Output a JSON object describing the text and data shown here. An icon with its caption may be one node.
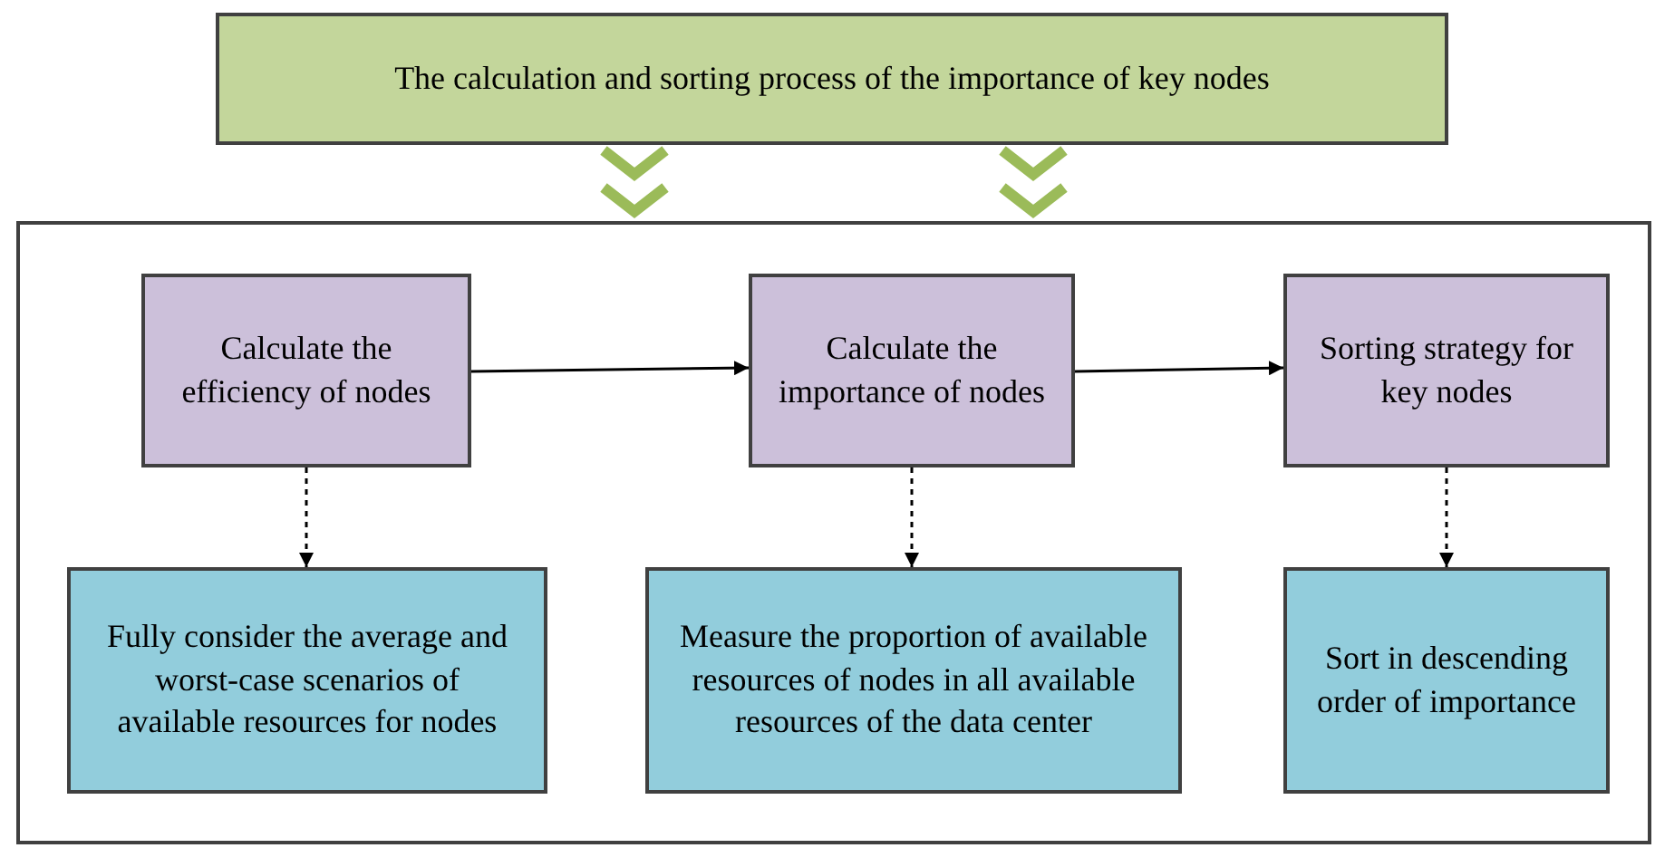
{
  "diagram": {
    "nodes": [
      {
        "text": [
          "The calculation and sorting process of the importance of key nodes"
        ]
      },
      {
        "text": [],
        "shape": "box"
      },
      {
        "text": [
          "Calculate the efficiency of nodes"
        ],
        "in": 1
      },
      {
        "text": [
          "Calculate the importance of nodes"
        ],
        "in": 1
      },
      {
        "text": [
          "Sorting strategy for key nodes"
        ],
        "in": 1
      },
      {
        "text": [
          "Fully consider the average and worst-case scenarios of available resources for nodes"
        ],
        "in": 1
      },
      {
        "text": [
          "Measure the proportion of available resources of nodes in all available resources of the data center"
        ],
        "in": 1
      },
      {
        "text": [
          "Sort in descending order of importance"
        ],
        "in": 1
      }
    ],
    "edges": [
      {
        "from": 0,
        "to": 1,
        "arrow": "to",
        "style": "thick",
        "color": "#9bbb59"
      },
      {
        "from": 0,
        "to": 1,
        "arrow": "to",
        "style": "thick",
        "color": "#9bbb59"
      },
      {
        "from": 2,
        "to": 3,
        "arrow": "to"
      },
      {
        "from": 3,
        "to": 4,
        "arrow": "to"
      },
      {
        "from": 2,
        "to": 5,
        "arrow": "to",
        "style": "dashed"
      },
      {
        "from": 3,
        "to": 6,
        "arrow": "to",
        "style": "dashed"
      },
      {
        "from": 4,
        "to": 7,
        "arrow": "to",
        "style": "dashed"
      }
    ]
  }
}
